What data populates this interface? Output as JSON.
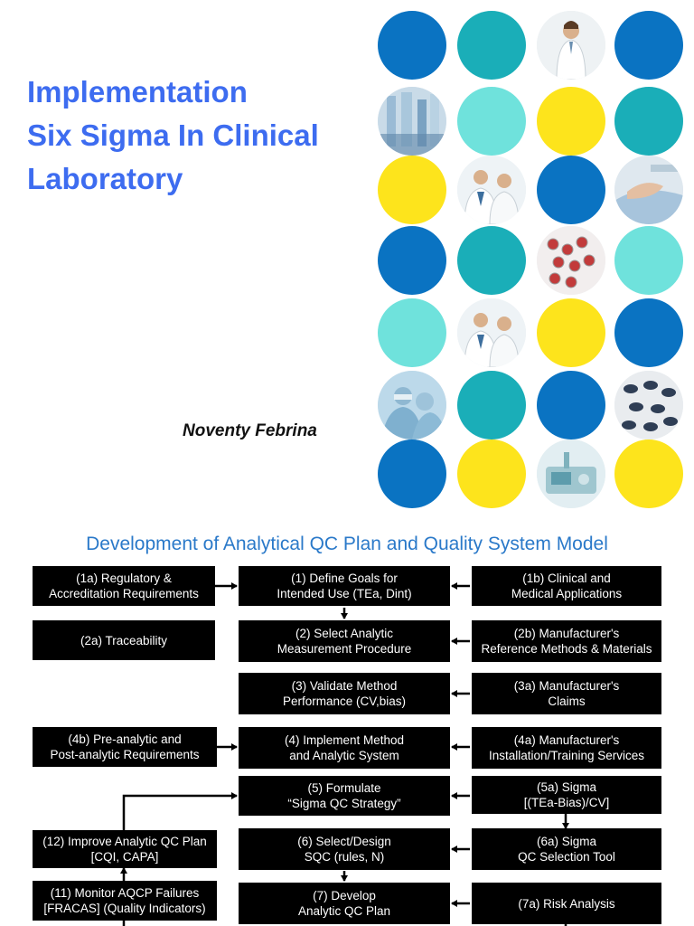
{
  "slide1": {
    "title_lines": [
      "Implementation",
      "Six Sigma In Clinical",
      "Laboratory"
    ],
    "author": "Noventy Febrina",
    "circles": [
      [
        "blue",
        "teal",
        "photo-doctor",
        "blue"
      ],
      [
        "photo-lab",
        "light",
        "yellow",
        "teal"
      ],
      [
        "yellow",
        "photo-doctors",
        "blue",
        "photo-hand"
      ],
      [
        "blue",
        "teal",
        "photo-tubes",
        "light"
      ],
      [
        "light",
        "photo-doctors",
        "yellow",
        "blue"
      ],
      [
        "photo-surgery",
        "teal",
        "blue",
        "photo-pills"
      ],
      [
        "blue",
        "yellow",
        "photo-equipment",
        "yellow"
      ]
    ],
    "colors": {
      "blue": "#0a73c2",
      "teal": "#1aaeb8",
      "light": "#6fe2dc",
      "yellow": "#fde41c",
      "title": "#3d6cf0"
    }
  },
  "slide2": {
    "title": "Development of Analytical QC Plan and Quality System Model",
    "boxes": {
      "b1a": "(1a) Regulatory &\nAccreditation Requirements",
      "b1": "(1)   Define Goals for\nIntended Use (TEa, Dint)",
      "b1b": "(1b) Clinical and\nMedical Applications",
      "b2a": "(2a) Traceability",
      "b2": "(2) Select Analytic\nMeasurement Procedure",
      "b2b": "(2b) Manufacturer's\nReference Methods & Materials",
      "b3": "(3) Validate Method\nPerformance (CV,bias)",
      "b3a": "(3a) Manufacturer's\nClaims",
      "b4b": "(4b) Pre-analytic and\nPost-analytic Requirements",
      "b4": "(4) Implement Method\nand Analytic System",
      "b4a": "(4a) Manufacturer's\nInstallation/Training Services",
      "b5": "(5) Formulate\n“Sigma QC Strategy”",
      "b5a": "(5a) Sigma\n[(TEa-Bias)/CV]",
      "b12": "(12) Improve Analytic QC Plan\n[CQI, CAPA]",
      "b6": "(6) Select/Design\nSQC (rules, N)",
      "b6a": "(6a) Sigma\nQC Selection Tool",
      "b11": "(11) Monitor AQCP Failures\n[FRACAS] (Quality Indicators)",
      "b7": "(7) Develop\nAnalytic QC Plan",
      "b7a": "(7a)  Risk Analysis"
    }
  }
}
